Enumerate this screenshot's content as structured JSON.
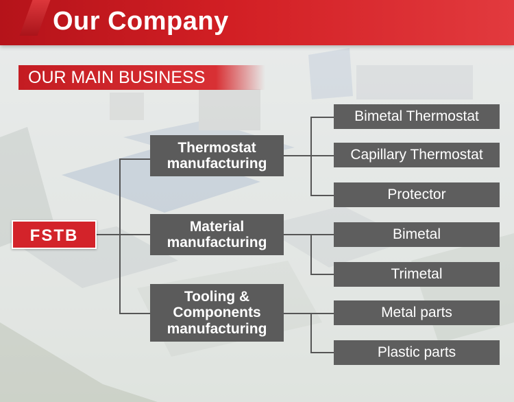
{
  "header": {
    "title": "Our Company"
  },
  "subheader": {
    "title": "OUR MAIN BUSINESS"
  },
  "logo": {
    "text": "FSTB"
  },
  "categories": [
    {
      "label_lines": [
        "Thermostat",
        "manufacturing"
      ]
    },
    {
      "label_lines": [
        "Material",
        "manufacturing"
      ]
    },
    {
      "label_lines": [
        "Tooling &",
        "Components",
        "manufacturing"
      ]
    }
  ],
  "products": [
    "Bimetal Thermostat",
    "Capillary Thermostat",
    "Protector",
    "Bimetal",
    "Trimetal",
    "Metal parts",
    "Plastic parts"
  ],
  "colors": {
    "accent": "#d21f24",
    "box": "#5b5b5b"
  }
}
